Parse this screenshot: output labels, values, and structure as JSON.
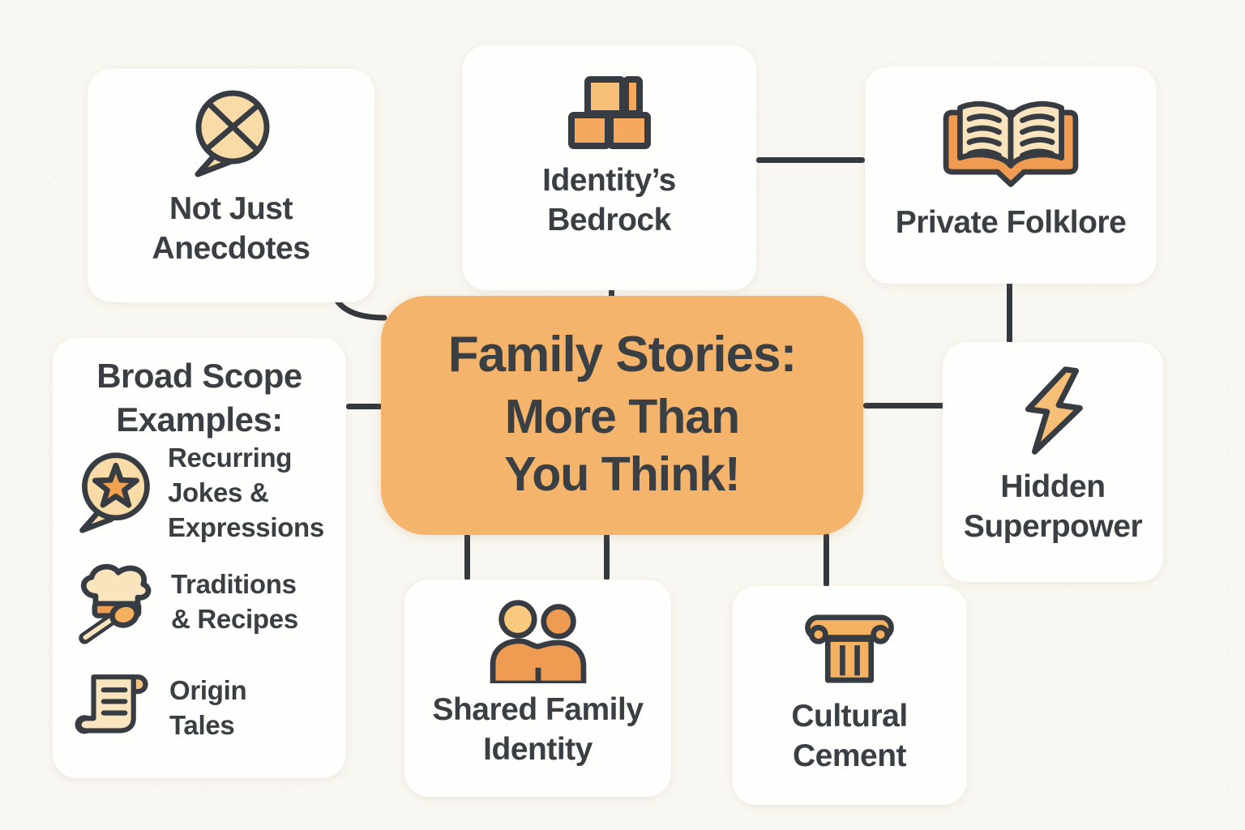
{
  "palette": {
    "bg": "#F9F7F1",
    "card": "#FEFEFD",
    "ink": "#373C42",
    "text": "#3A3F44",
    "center-fill": "#F4B46B",
    "icon-light": "#F9DBA7",
    "icon-orange": "#F4A95E",
    "icon-deep": "#EF9C52",
    "icon-page": "#FAE4BE",
    "icon-bolt": "#F7BE78",
    "icon-gold": "#F6C185",
    "icon-head": "#F8C87D",
    "icon-star": "#F2A14F",
    "icon-spoon": "#F5B15F",
    "connector": "#33383D"
  },
  "center": {
    "line1": "Family Stories:",
    "line2": "More Than",
    "line3": "You Think!"
  },
  "nodes": {
    "not_just": {
      "label": "Not Just\nAnecdotes",
      "icon": "crossed-speech-bubble-icon"
    },
    "bedrock": {
      "label": "Identity’s\nBedrock",
      "icon": "building-blocks-icon"
    },
    "folklore": {
      "label": "Private Folklore",
      "icon": "open-book-icon"
    },
    "superpower": {
      "label": "Hidden\nSuperpower",
      "icon": "lightning-bolt-icon"
    },
    "shared": {
      "label": "Shared Family\nIdentity",
      "icon": "two-people-icon"
    },
    "cement": {
      "label": "Cultural\nCement",
      "icon": "pillar-icon"
    }
  },
  "examples": {
    "heading": "Broad Scope\nExamples:",
    "items": [
      {
        "label": "Recurring\nJokes &\nExpressions",
        "icon": "star-speech-bubble-icon"
      },
      {
        "label": "Traditions\n& Recipes",
        "icon": "chef-hat-icon"
      },
      {
        "label": "Origin\nTales",
        "icon": "scroll-icon"
      }
    ]
  }
}
